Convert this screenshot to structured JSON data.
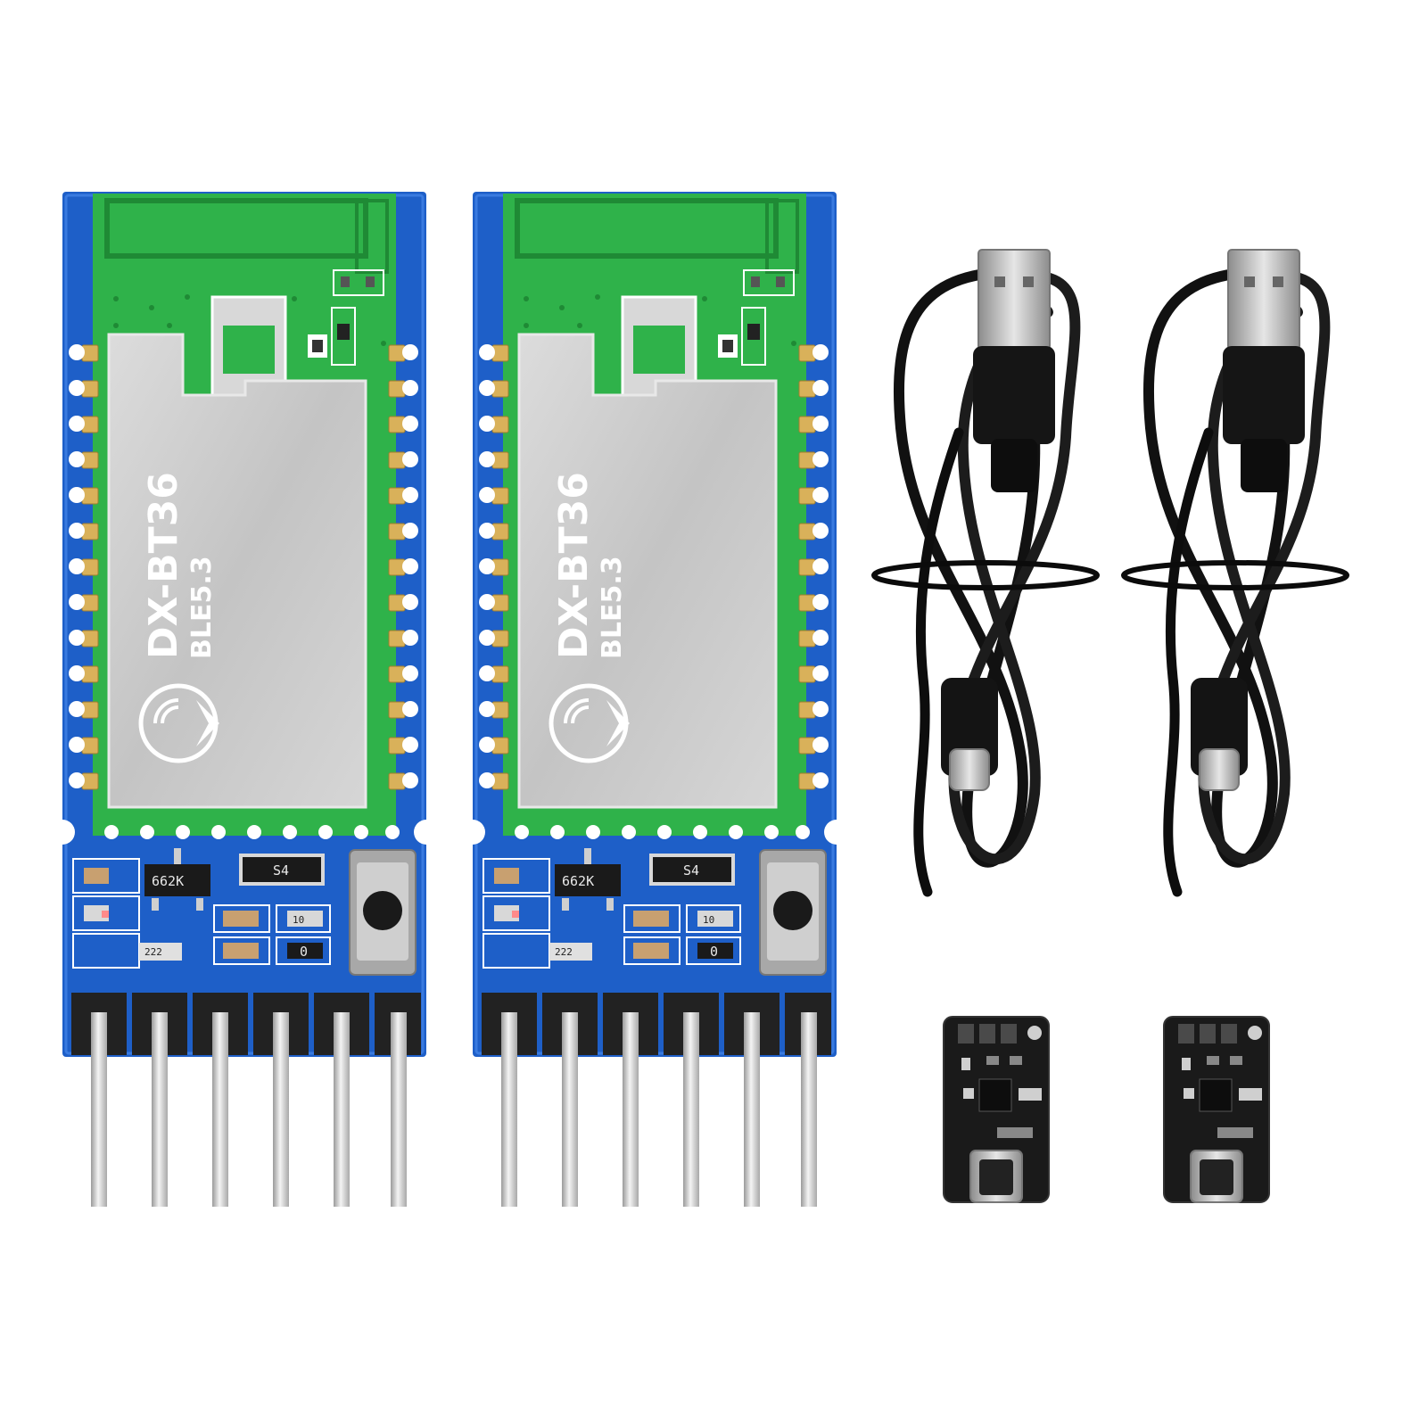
{
  "modules": [
    {
      "model": "DX-BT36",
      "version": "BLE5.3",
      "regulator": "662K",
      "diode": "S4",
      "resistor_a": "222",
      "resistor_b": "10",
      "inductor": "0"
    },
    {
      "model": "DX-BT36",
      "version": "BLE5.3",
      "regulator": "662K",
      "diode": "S4",
      "resistor_a": "222",
      "resistor_b": "10",
      "inductor": "0"
    }
  ],
  "colors": {
    "board_blue": "#1e5fc8",
    "antenna_green": "#2fb24a",
    "shield_silver": "#c9c9c9",
    "pad_gold": "#d9b15a",
    "cable_black": "#111111",
    "adapter_pcb": "#1a1a1a"
  },
  "accessories": {
    "cables": [
      {
        "type": "USB-A to USB-C cable",
        "icon": "usb-cable-icon"
      },
      {
        "type": "USB-A to USB-C cable",
        "icon": "usb-cable-icon"
      }
    ],
    "adapters": [
      {
        "type": "USB-C breakout board",
        "icon": "usb-c-adapter-icon"
      },
      {
        "type": "USB-C breakout board",
        "icon": "usb-c-adapter-icon"
      }
    ]
  }
}
